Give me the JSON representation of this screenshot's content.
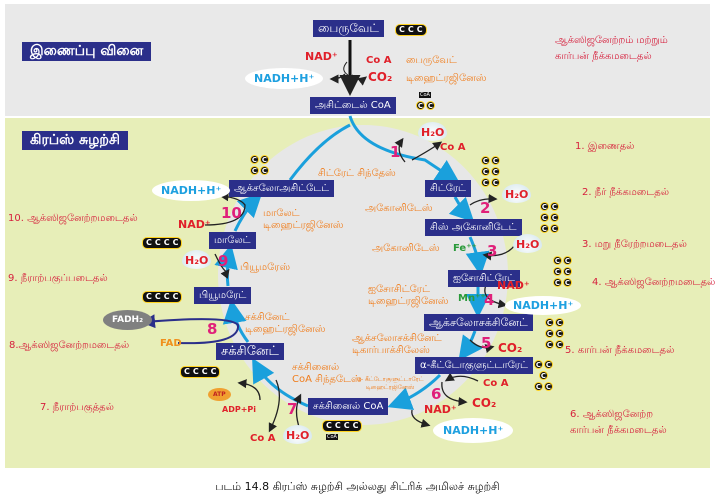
{
  "link_reaction": {
    "title": "இணைப்பு வினை",
    "pyruvate": "பைருவேட்",
    "pyruvate_carbons": "CCC",
    "nad": "NAD⁺",
    "coa": "Co A",
    "enzyme": [
      "பைருவேட்",
      "டிஹைட்ரஜினேஸ்"
    ],
    "nadh": "NADH+H⁺",
    "co2": "CO₂",
    "acetyl_coa": "அசிட்டைல் CoA",
    "acetyl_carbons": "CC",
    "coa_tag": "CoA",
    "description": [
      "ஆக்ஸிஜனேற்றம் மற்றும்",
      "கார்பன் நீக்கமடைதல்"
    ]
  },
  "krebs": {
    "title": "கிரப்ஸ் சுழற்சி",
    "molecules": {
      "oxaloacetate": "ஆக்சலோஅசிட்டேட்",
      "citrate": "சிட்ரேட்",
      "cis_aconitate": "சிஸ் அகோனிடேட்",
      "isocitrate": "ஐசோசிட்ரேட்",
      "oxalosuccinate": "ஆக்சலோசக்சினேட்",
      "alpha_kg": "α-கீட்டோகுளுட்டாரேட்",
      "succinyl_coa": "சக்சினைல் CoA",
      "succinate": "சக்சினேட்",
      "fumarate": "பியூமரேட்",
      "malate": "மாலேட்"
    },
    "enzymes": {
      "citrate_synthase": "சிட்ரேட் சிந்தேஸ்",
      "aconitase1": "அகோனிடேஸ்",
      "aconitase2": "அகோனிடேஸ்",
      "fe": "Fe⁺⁺",
      "mn": "Mn⁺⁺",
      "idh": [
        "ஐசோசிட்ரேட்",
        "டிஹைட்ரஜினேஸ்"
      ],
      "osd": [
        "ஆக்சலோசக்சினேட்",
        "டிகார்பாக்சிலேஸ்"
      ],
      "akgdh": [
        "α- கீட்டோகுளுட்டாரேட்",
        "டிஹைட்ரஜினேஸ்"
      ],
      "scs": [
        "சக்சினைல்",
        "CoA சிந்தடேஸ்"
      ],
      "sdh": [
        "சக்சினேட்",
        "டிஹைட்ரஜினேஸ்"
      ],
      "fumarase": "பியூமரேஸ்",
      "mdh": [
        "மாலேட்",
        "டிஹைட்ரஜினேஸ்"
      ]
    },
    "carbons": {
      "oxaloacetate": [
        "CC",
        "CC"
      ],
      "citrate": [
        "CC",
        "CC",
        "CC"
      ],
      "cis": [
        "CC",
        "CC",
        "CC"
      ],
      "isocitrate": [
        "CC",
        "CC",
        "CC"
      ],
      "oxalosuccinate": [
        "CC",
        "CC",
        "CC"
      ],
      "akg": [
        "CC",
        "C",
        "CC"
      ],
      "succinyl": "CCCC",
      "succinate": "CCCC",
      "fumarate": "CCCC",
      "malate": "CCCC"
    },
    "cofactors": {
      "h2o": "H₂O",
      "coa": "Co A",
      "nad": "NAD⁺",
      "nadh": "NADH+H⁺",
      "co2": "CO₂",
      "fad": "FAD",
      "fadh2": "FADH₂",
      "atp": "ATP",
      "adp": "ADP+Pi",
      "coa_tag": "CoA"
    },
    "step_numbers": [
      "1",
      "2",
      "3",
      "4",
      "5",
      "6",
      "7",
      "8",
      "9",
      "10"
    ],
    "steps": [
      "1. இணைதல்",
      "2. நீர் நீக்கமடைதல்",
      "3. மறு நீரேற்றமடைதல்",
      "4. ஆக்ஸிஜனேற்றமடைதல்",
      "5. கார்பன் நீக்கமடைதல்",
      "6. ஆக்ஸிஜனேற்ற",
      "கார்பன் நீக்கமடைதல்",
      "7. நீராற்பகுத்தல்",
      "8.ஆக்ஸிஜனேற்றமடைதல்",
      "9. நீராற்பகுப்படைதல்",
      "10. ஆக்ஸிஜனேற்றமடைதல்"
    ]
  },
  "caption": "படம் 14.8  கிரப்ஸ் சுழற்சி அல்லது சிட்ரிக் அமிலச் சுழற்சி"
}
